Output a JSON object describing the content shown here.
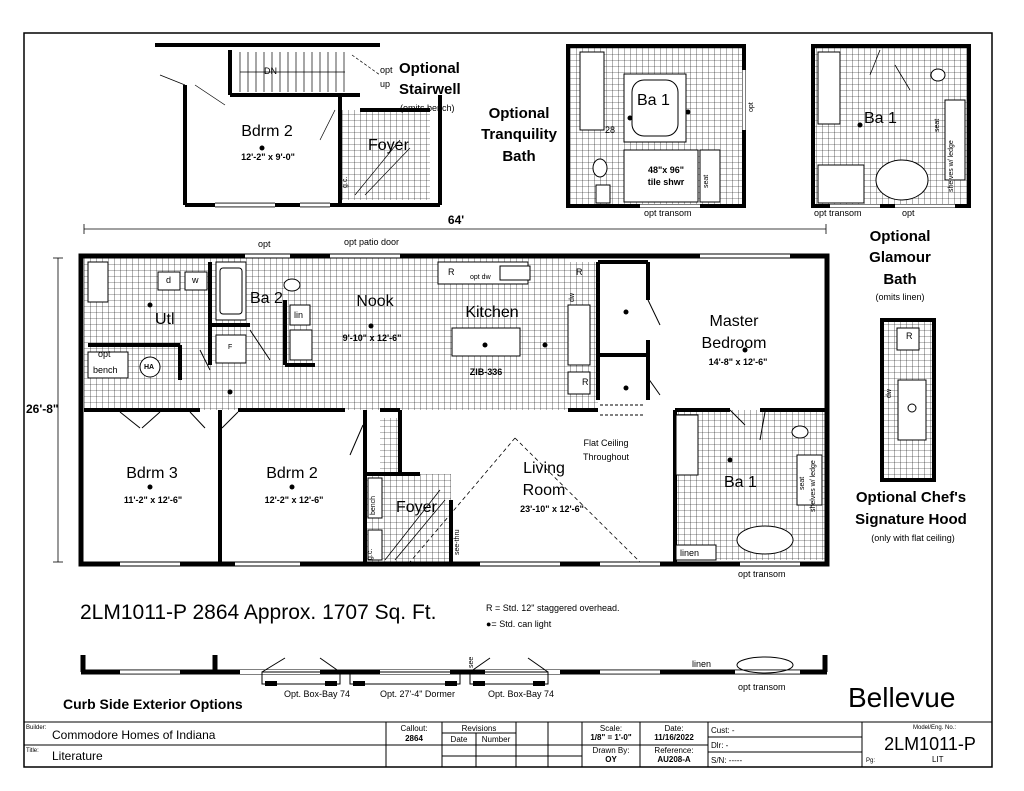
{
  "overall": {
    "width_dim": "64'",
    "depth_dim": "26'-8\""
  },
  "rooms": {
    "utl": "Utl",
    "ba2": "Ba 2",
    "nook": {
      "name": "Nook",
      "size": "9'-10\" x 12'-6\""
    },
    "kitchen": {
      "name": "Kitchen",
      "island": "ZIB-336"
    },
    "master": {
      "name1": "Master",
      "name2": "Bedroom",
      "size": "14'-8\" x 12'-6\""
    },
    "bdrm3": {
      "name": "Bdrm 3",
      "size": "11'-2\" x 12'-6\""
    },
    "bdrm2": {
      "name": "Bdrm 2",
      "size": "12'-2\" x 12'-6\""
    },
    "foyer": "Foyer",
    "living": {
      "name1": "Living",
      "name2": "Room",
      "size": "23'-10\" x 12'-6\""
    },
    "ba1": "Ba 1"
  },
  "fixtures": {
    "opt": "opt",
    "opt_patio_door": "opt patio door",
    "bench": "bench",
    "ha": "HA",
    "d": "d",
    "w": "w",
    "f": "F",
    "lin": "lin",
    "r": "R",
    "opt_dw": "opt dw",
    "dw": "dw",
    "gc": "g.c.",
    "see_thru": "see-thru",
    "flat_ceiling1": "Flat Ceiling",
    "flat_ceiling2": "Throughout",
    "linen": "linen",
    "seat": "seat",
    "shelves": "shelves w/ ledge",
    "opt_transom": "opt transom",
    "dn": "DN",
    "up": "up",
    "n28": "28",
    "tile_shwr1": "48\"x 96\"",
    "tile_shwr2": "tile shwr"
  },
  "options": {
    "stairwell": {
      "l1": "Optional",
      "l2": "Stairwell",
      "note": "(omits bench)",
      "bdrm": "Bdrm 2",
      "bdrm_size": "12'-2\" x 9'-0\"",
      "foyer": "Foyer"
    },
    "tranquility": {
      "l1": "Optional",
      "l2": "Tranquility",
      "l3": "Bath",
      "room": "Ba 1"
    },
    "glamour": {
      "l1": "Optional",
      "l2": "Glamour",
      "l3": "Bath",
      "note": "(omits linen)",
      "room": "Ba 1"
    },
    "chef": {
      "l1": "Optional Chef's",
      "l2": "Signature Hood",
      "note": "(only with flat ceiling)"
    }
  },
  "model_line": "2LM1011-P 2864 Approx. 1707 Sq. Ft.",
  "legend": {
    "r": "R = Std. 12\" staggered overhead.",
    "can": "●= Std. can light"
  },
  "exterior": {
    "title": "Curb Side Exterior Options",
    "boxbay1": "Opt. Box-Bay 74",
    "dormer": "Opt. 27'-4\" Dormer",
    "boxbay2": "Opt. Box-Bay 74",
    "transom": "opt transom",
    "linen": "linen",
    "see": "see"
  },
  "brand": "Bellevue",
  "title_block": {
    "builder_label": "Builder:",
    "builder": "Commodore Homes of Indiana",
    "title_label": "Title:",
    "title": "Literature",
    "callout_label": "Callout:",
    "callout": "2864",
    "revisions_label": "Revisions",
    "date_col": "Date",
    "number_col": "Number",
    "scale_label": "Scale:",
    "scale": "1/8\" = 1'-0\"",
    "date_label": "Date:",
    "date": "11/16/2022",
    "drawn_label": "Drawn By:",
    "drawn": "OY",
    "ref_label": "Reference:",
    "ref": "AU208-A",
    "cust": "Cust: -",
    "dlr": "Dlr: -",
    "sn": "S/N: -----",
    "model_label": "Model/Eng. No.:",
    "model": "2LM1011-P",
    "pg_label": "Pg:",
    "pg": "LIT"
  },
  "colors": {
    "ink": "#000000",
    "paper": "#ffffff"
  }
}
